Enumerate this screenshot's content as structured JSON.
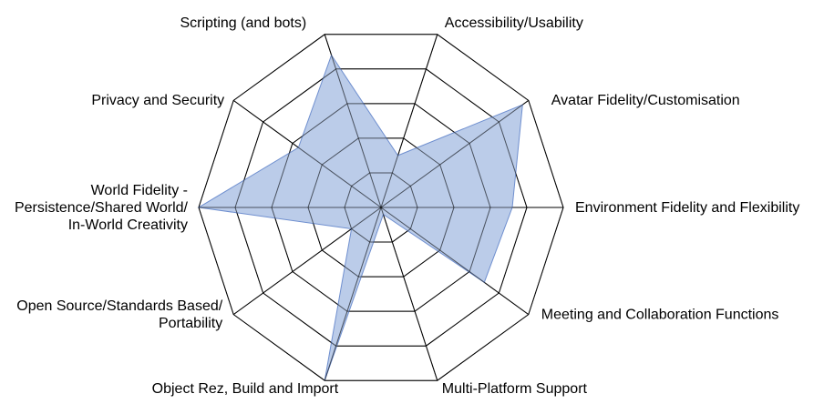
{
  "chart_data": {
    "type": "radar",
    "title": "",
    "axes": [
      "Accessibility/Usability",
      "Avatar Fidelity/Customisation",
      "Environment Fidelity and Flexibility",
      "Meeting and Collaboration Functions",
      "Multi-Platform Support",
      "Object Rez, Build and Import",
      "Open Source/Standards Based/ Portability",
      "World Fidelity - Persistence/Shared World/ In-World Creativity",
      "Privacy and Security",
      "Scripting (and bots)"
    ],
    "label_lines": [
      [
        "Accessibility/Usability"
      ],
      [
        "Avatar Fidelity/Customisation"
      ],
      [
        "Environment Fidelity and Flexibility"
      ],
      [
        "Meeting and Collaboration Functions"
      ],
      [
        "Multi-Platform Support"
      ],
      [
        "Object Rez, Build and Import"
      ],
      [
        "Open Source/Standards Based/",
        "Portability"
      ],
      [
        "World Fidelity -",
        "Persistence/Shared World/",
        "In-World Creativity"
      ],
      [
        "Privacy and Security"
      ],
      [
        "Scripting (and bots)"
      ]
    ],
    "series": [
      {
        "values": [
          1.5,
          4.8,
          3.6,
          3.5,
          0.2,
          5.0,
          1.0,
          5.0,
          2.8,
          4.4
        ]
      }
    ],
    "range": [
      0,
      5
    ],
    "rings": 5,
    "colors": {
      "fill": "#b4c7e7",
      "stroke": "#6f8fcf",
      "grid": "#000000"
    }
  }
}
